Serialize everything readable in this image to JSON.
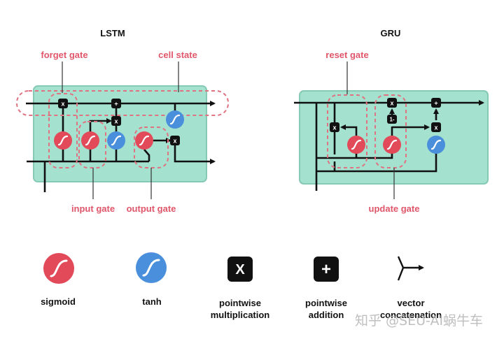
{
  "colors": {
    "cell_bg": "#a4e2cf",
    "cell_border": "#86c9b4",
    "sigmoid": "#e24a5a",
    "tanh": "#4a8fdc",
    "gate_dash": "#e07382",
    "line": "#111111"
  },
  "lstm": {
    "title": "LSTM",
    "labels": {
      "forget_gate": "forget gate",
      "cell_state": "cell state",
      "input_gate": "input gate",
      "output_gate": "output gate"
    },
    "op_mult": "x",
    "op_add": "+"
  },
  "gru": {
    "title": "GRU",
    "labels": {
      "reset_gate": "reset gate",
      "update_gate": "update gate"
    },
    "op_mult": "x",
    "op_add": "+",
    "op_one_minus": "1-"
  },
  "legend": {
    "items": [
      {
        "id": "sigmoid",
        "line1": "sigmoid",
        "line2": ""
      },
      {
        "id": "tanh",
        "line1": "tanh",
        "line2": ""
      },
      {
        "id": "mult",
        "line1": "pointwise",
        "line2": "multiplication",
        "glyph": "X"
      },
      {
        "id": "add",
        "line1": "pointwise",
        "line2": "addition",
        "glyph": "+"
      },
      {
        "id": "concat",
        "line1": "vector",
        "line2": "concatenation"
      }
    ]
  },
  "watermark": "知乎 @SEU-AI蜗牛车"
}
